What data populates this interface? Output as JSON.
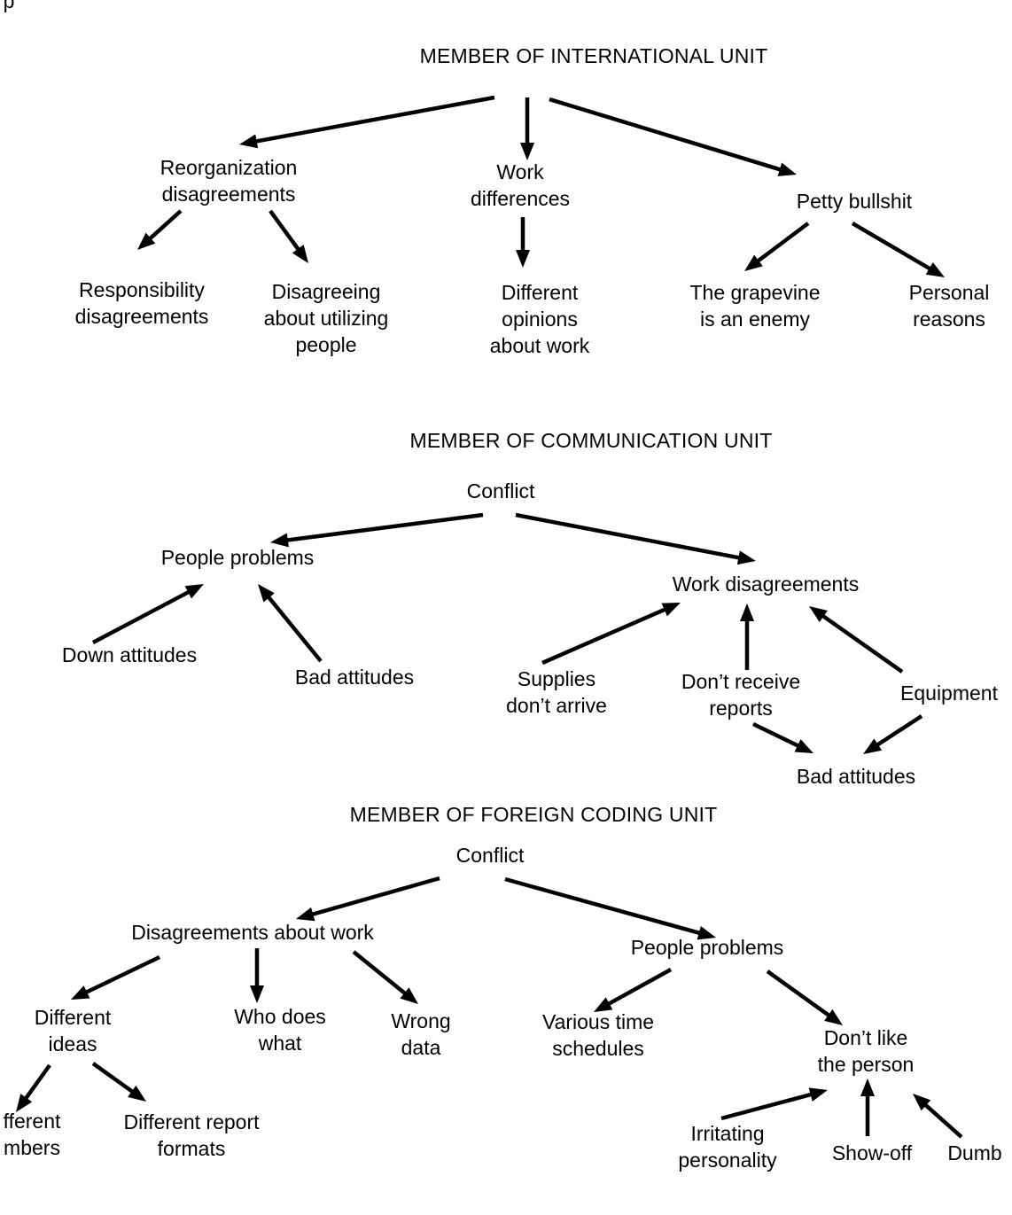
{
  "header_fragment": "p",
  "diagrams": [
    {
      "title": "MEMBER OF INTERNATIONAL UNIT",
      "nodes": {
        "reorg": "Reorganization\ndisagreements",
        "work": "Work\ndifferences",
        "petty": "Petty bullshit",
        "resp": "Responsibility\ndisagreements",
        "utilizing": "Disagreeing\nabout utilizing\npeople",
        "opinions": "Different\nopinions\nabout work",
        "grapevine": "The grapevine\nis an enemy",
        "personal": "Personal\nreasons"
      }
    },
    {
      "title": "MEMBER OF COMMUNICATION UNIT",
      "nodes": {
        "conflict": "Conflict",
        "people": "People problems",
        "workdis": "Work disagreements",
        "down": "Down attitudes",
        "bad1": "Bad attitudes",
        "supplies": "Supplies\ndon’t arrive",
        "reports": "Don’t receive\nreports",
        "equipment": "Equipment",
        "bad2": "Bad attitudes"
      }
    },
    {
      "title": "MEMBER OF FOREIGN CODING UNIT",
      "nodes": {
        "conflict": "Conflict",
        "disagree": "Disagreements about work",
        "people": "People problems",
        "ideas": "Different\nideas",
        "who": "Who does\nwhat",
        "wrong": "Wrong\ndata",
        "schedules": "Various time\nschedules",
        "dislike": "Don’t like\nthe person",
        "numbers": "fferent\nmbers",
        "formats": "Different report\nformats",
        "irritating": "Irritating\npersonality",
        "showoff": "Show-off",
        "dumb": "Dumb"
      }
    }
  ]
}
